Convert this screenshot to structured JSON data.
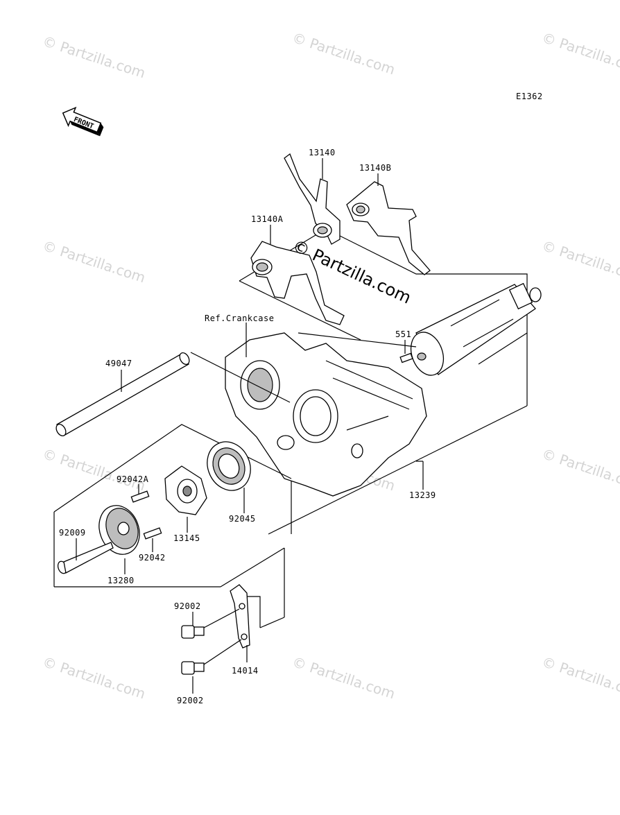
{
  "diagram": {
    "code": "E1362",
    "front_badge": "FRONT",
    "center_watermark": "© Partzilla.com",
    "watermark_text": "© Partzilla.com",
    "labels": {
      "p13140": "13140",
      "p13140B": "13140B",
      "p13140A": "13140A",
      "ref_crankcase": "Ref.Crankcase",
      "p551": "551",
      "p49047": "49047",
      "p92042A": "92042A",
      "p92009": "92009",
      "p92045": "92045",
      "p13145": "13145",
      "p92042": "92042",
      "p13280": "13280",
      "p13239": "13239",
      "p92002_top": "92002",
      "p92002_bottom": "92002",
      "p14014": "14014"
    }
  }
}
